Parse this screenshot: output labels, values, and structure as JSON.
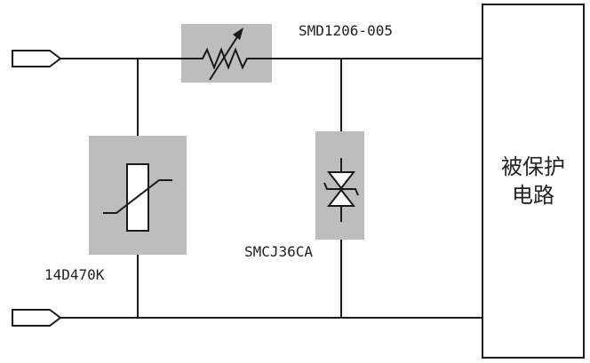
{
  "labels": {
    "ptc_part": "SMD1206-005",
    "mov_part": "14D470K",
    "tvs_part": "SMCJ36CA",
    "protected_line1": "被保护",
    "protected_line2": "电路"
  },
  "colors": {
    "wire": "#1a1a1a",
    "component_bg": "#bdbdbd",
    "background": "#ffffff"
  }
}
